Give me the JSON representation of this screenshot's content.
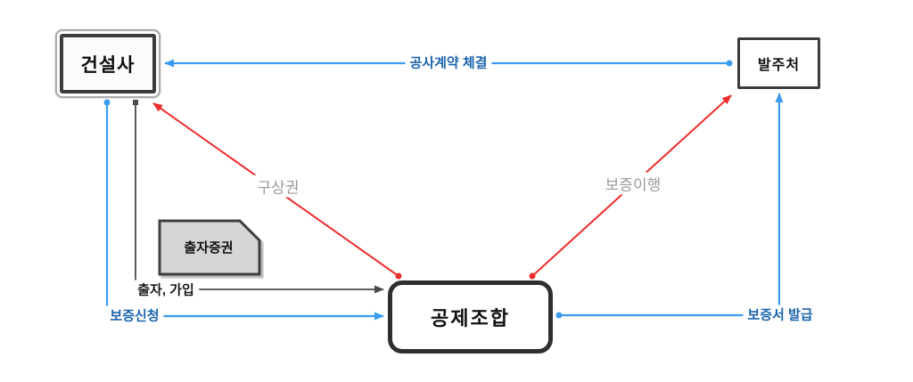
{
  "diagram": {
    "title_hint": "construction-guarantee-relationship-diagram",
    "nodes": {
      "construction_company": {
        "label": "건설사"
      },
      "client": {
        "label": "발주처"
      },
      "mutual_aid_association": {
        "label": "공제조합"
      },
      "investment_certificate": {
        "label": "출자증권"
      }
    },
    "edges": {
      "contract": {
        "label": "공사계약 체결",
        "from": "발주처",
        "to": "건설사",
        "color": "blue"
      },
      "indemnity": {
        "label": "구상권",
        "from": "공제조합",
        "to": "건설사",
        "color": "red"
      },
      "performance": {
        "label": "보증이행",
        "from": "공제조합",
        "to": "발주처",
        "color": "red"
      },
      "investment": {
        "label": "출자, 가입",
        "from": "건설사",
        "to": "공제조합",
        "color": "black"
      },
      "application": {
        "label": "보증신청",
        "from": "건설사",
        "to": "공제조합",
        "color": "blue"
      },
      "issuance": {
        "label": "보증서 발급",
        "from": "공제조합",
        "to": "발주처",
        "color": "blue"
      }
    },
    "colors": {
      "blue_line": "#3A9BEF",
      "blue_text": "#1B64AD",
      "red_line": "#EE2C2C",
      "gray_text": "#9A9A9A",
      "dark_border": "#333333",
      "black_line": "#4A4A4A",
      "frame_gray": "#ACACAC",
      "certificate_fill": "#D5D5D5",
      "certificate_shadow": "#BFBFBF",
      "bg": "#FFFFFF"
    }
  }
}
